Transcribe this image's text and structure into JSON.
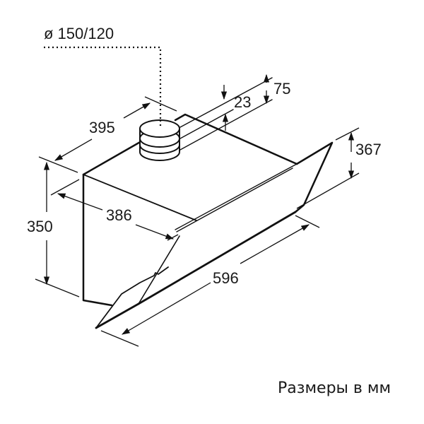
{
  "diagram": {
    "subject": "range hood dimension drawing",
    "line_color": "#111111",
    "dimensions": {
      "duct_diameter": "ø 150/120",
      "depth_top": "395",
      "height_75": "75",
      "offset_23": "23",
      "glass_height": "367",
      "height_body": "350",
      "depth_386": "386",
      "width": "596"
    },
    "caption": "Размеры в мм"
  }
}
